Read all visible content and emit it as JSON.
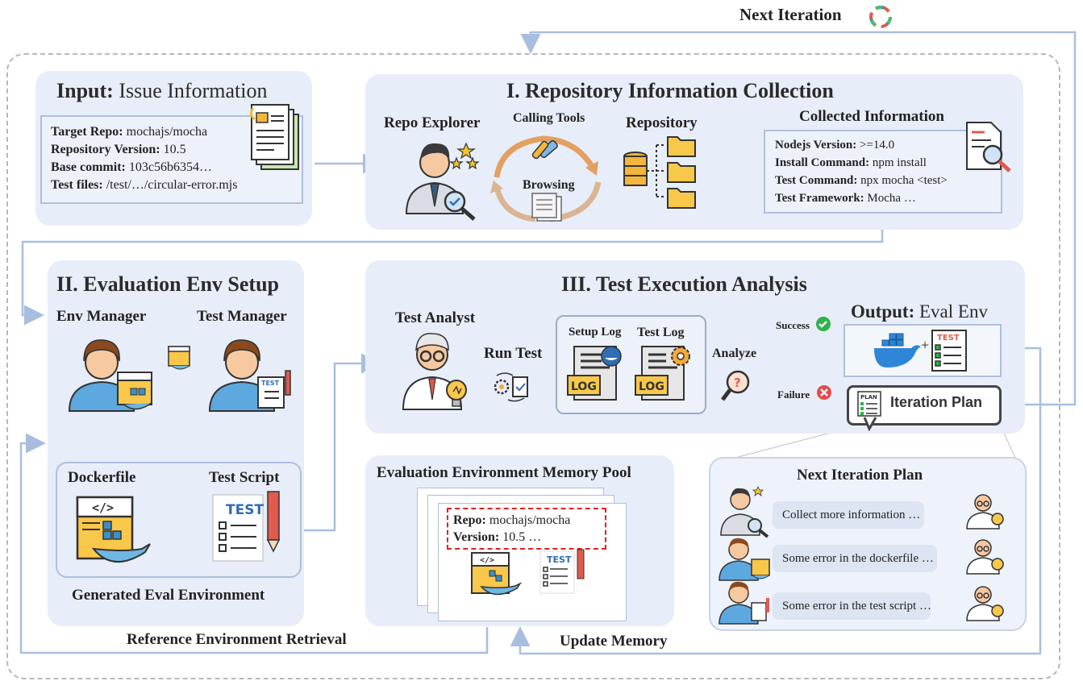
{
  "header": {
    "next_iteration": "Next Iteration"
  },
  "input": {
    "title_bold": "Input:",
    "title_rest": "Issue Information",
    "fields": [
      {
        "key": "Target Repo:",
        "value": "mochajs/mocha"
      },
      {
        "key": "Repository Version:",
        "value": "10.5"
      },
      {
        "key": "Base commit:",
        "value": "103c56b6354…"
      },
      {
        "key": "Test files:",
        "value": "/test/…/circular-error.mjs"
      }
    ]
  },
  "repo_collection": {
    "title": "I. Repository Information Collection",
    "repo_explorer": "Repo Explorer",
    "calling_tools": "Calling Tools",
    "browsing": "Browsing",
    "repository": "Repository",
    "collected_title": "Collected Information",
    "collected": [
      {
        "key": "Nodejs Version:",
        "value": ">=14.0"
      },
      {
        "key": "Install Command:",
        "value": "npm install"
      },
      {
        "key": "Test Command:",
        "value": "npx mocha <test>"
      },
      {
        "key": "Test Framework:",
        "value": "Mocha …"
      }
    ]
  },
  "env_setup": {
    "title": "II. Evaluation Env Setup",
    "env_manager": "Env Manager",
    "test_manager": "Test Manager",
    "dockerfile": "Dockerfile",
    "test_script": "Test Script",
    "generated": "Generated Eval Environment"
  },
  "test_exec": {
    "title": "III. Test Execution Analysis",
    "test_analyst": "Test Analyst",
    "run_test": "Run Test",
    "setup_log": "Setup Log",
    "test_log": "Test Log",
    "log_word": "LOG",
    "analyze": "Analyze",
    "success": "Success",
    "failure": "Failure",
    "output_bold": "Output:",
    "output_rest": "Eval Env",
    "iteration_plan": "Iteration Plan",
    "plan_icon_text": "PLAN"
  },
  "memory": {
    "title": "Evaluation Environment Memory Pool",
    "repo_key": "Repo:",
    "repo_val": "mochajs/mocha",
    "version_key": "Version:",
    "version_val": "10.5    …"
  },
  "next_plan": {
    "title": "Next Iteration Plan",
    "items": [
      "Collect more information …",
      "Some error in the dockerfile …",
      "Some error in the test script …"
    ]
  },
  "flows": {
    "reference_retrieval": "Reference Environment Retrieval",
    "update_memory": "Update Memory"
  },
  "icons": {
    "test_label": "TEST",
    "code_label": "</>"
  },
  "colors": {
    "panel_bg": "#e7eef9",
    "arrow": "#a9bedf",
    "accent_orange": "#f4a93a",
    "success_green": "#2fb24a",
    "failure_red": "#e24b4b",
    "memory_dash_red": "#e02020"
  }
}
